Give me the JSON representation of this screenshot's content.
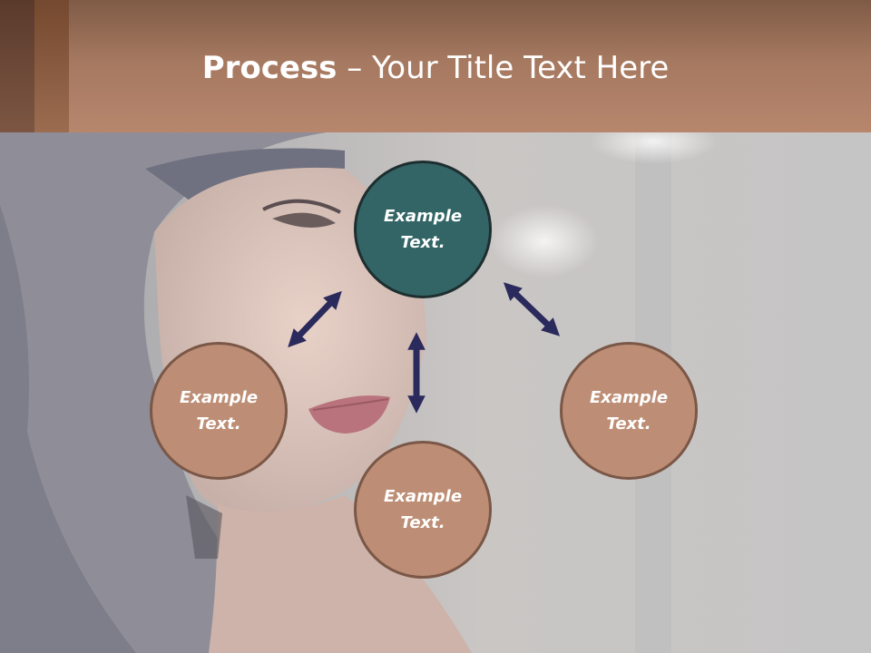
{
  "slide": {
    "title_bold": "Process",
    "title_rest": " – Your Title Text Here"
  },
  "diagram": {
    "nodes": [
      {
        "id": "top",
        "text": "Example\nText."
      },
      {
        "id": "left",
        "text": "Example\nText."
      },
      {
        "id": "bottom",
        "text": "Example\nText."
      },
      {
        "id": "right",
        "text": "Example\nText."
      }
    ],
    "arrow_style": "double-headed",
    "colors": {
      "header": "#a57860",
      "center_node": "#336566",
      "outer_node": "#bd8e75",
      "arrow": "#2b2a5c"
    }
  }
}
